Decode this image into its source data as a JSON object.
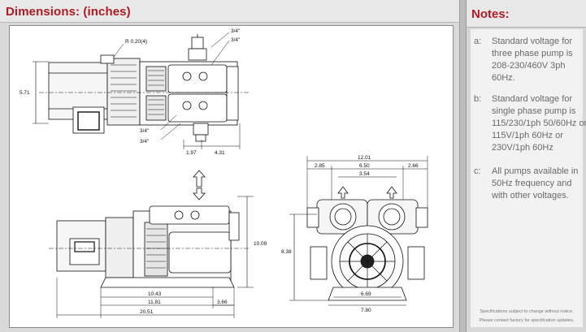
{
  "dimensions": {
    "title": "Dimensions: (inches)",
    "top_view": {
      "radius_label": "R 0.20(4)",
      "port_top_1": "3/4\"",
      "port_top_2": "3/4\"",
      "port_bottom_1": "3/4\"",
      "port_bottom_2": "3/4\"",
      "height": "5.71",
      "offset_left": "1.97",
      "offset_right": "4.31"
    },
    "side_view": {
      "height": "10.09",
      "len_a": "10.43",
      "len_b": "11.81",
      "len_c": "3.66",
      "overall": "20.51"
    },
    "end_view": {
      "width": "12.01",
      "left": "2.85",
      "center": "6.50",
      "right": "2.66",
      "port_spacing": "3.54",
      "height": "8.38",
      "base_inner": "6.69",
      "base_outer": "7.80"
    }
  },
  "notes": {
    "title": "Notes:",
    "items": [
      {
        "letter": "a:",
        "text": "Standard voltage for three phase pump is 208-230/460V 3ph 60Hz."
      },
      {
        "letter": "b:",
        "text": "Standard voltage for single phase pump is 115/230/1ph 50/60Hz or 115V/1ph 60Hz or 230V/1ph 60Hz"
      },
      {
        "letter": "c:",
        "text": "All pumps available in 50Hz frequency and with other voltages."
      }
    ],
    "disclaimer_1": "Specifications subject to change without notice.",
    "disclaimer_2": "Please contact factory for specification updates."
  }
}
